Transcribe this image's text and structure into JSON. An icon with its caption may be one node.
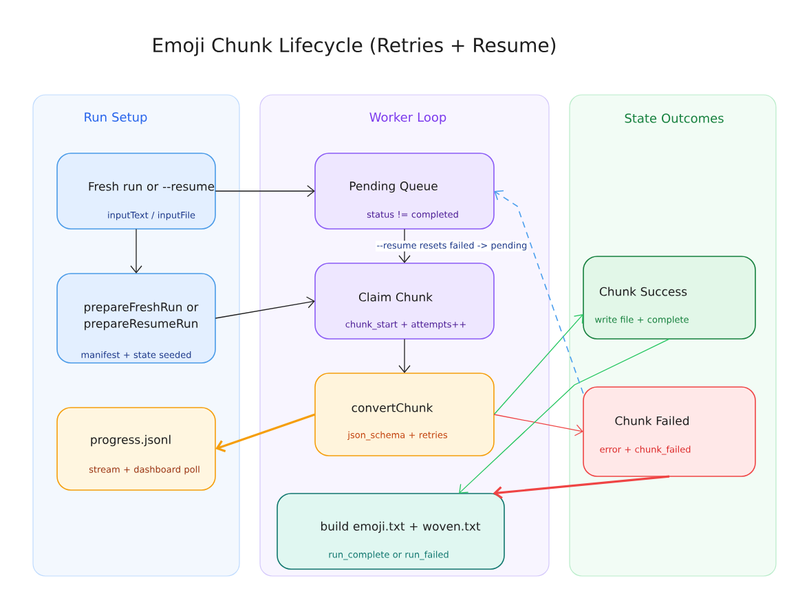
{
  "diagram": {
    "title": "Emoji Chunk Lifecycle (Retries + Resume)",
    "nodes": [
      {
        "text": [
          "Run Setup"
        ]
      },
      {
        "text": [
          "Fresh run or --resume",
          "inputText / inputFile"
        ],
        "in": 0
      },
      {
        "text": [
          "prepareFreshRun or prepareResumeRun",
          "manifest + state seeded"
        ],
        "in": 0
      },
      {
        "text": [
          "progress.jsonl",
          "stream + dashboard poll"
        ],
        "in": 0
      },
      {
        "text": [
          "Worker Loop"
        ]
      },
      {
        "text": [
          "Pending Queue",
          "status != completed"
        ],
        "in": 4
      },
      {
        "text": [
          "Claim Chunk",
          "chunk_start + attempts++"
        ],
        "in": 4
      },
      {
        "text": [
          "convertChunk",
          "json_schema + retries"
        ],
        "in": 4
      },
      {
        "text": [
          "build emoji.txt + woven.txt",
          "run_complete or run_failed"
        ],
        "in": 4
      },
      {
        "text": [
          "State Outcomes"
        ]
      },
      {
        "text": [
          "Chunk Success",
          "write file + complete"
        ],
        "in": 9
      },
      {
        "text": [
          "Chunk Failed",
          "error + chunk_failed"
        ],
        "in": 9
      }
    ],
    "edges": [
      {
        "from": 1,
        "to": 5,
        "arrow": "to"
      },
      {
        "from": 1,
        "to": 2,
        "arrow": "to"
      },
      {
        "from": 2,
        "to": 6,
        "arrow": "to"
      },
      {
        "from": 5,
        "to": 6,
        "arrow": "to"
      },
      {
        "from": 6,
        "to": 7,
        "arrow": "to"
      },
      {
        "from": 7,
        "to": 3,
        "arrow": "to",
        "style": "thick",
        "color": "#f59e0b"
      },
      {
        "from": 7,
        "to": 10,
        "arrow": "to",
        "color": "#22c55e"
      },
      {
        "from": 7,
        "to": 11,
        "arrow": "to",
        "color": "#ef4444"
      },
      {
        "from": 10,
        "to": 8,
        "arrow": "to",
        "color": "#22c55e"
      },
      {
        "from": 11,
        "to": 8,
        "arrow": "to",
        "style": "thick",
        "color": "#ef4444"
      },
      {
        "from": 11,
        "to": 5,
        "arrow": "to",
        "style": "dashed",
        "color": "#4a9eed",
        "label": "--resume resets failed -> pending"
      }
    ]
  }
}
